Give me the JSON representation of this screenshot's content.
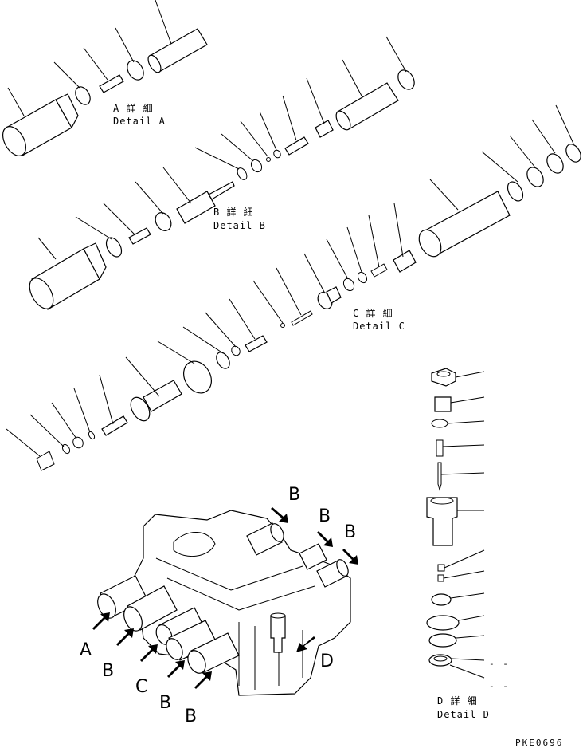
{
  "details": {
    "a": {
      "jp": "A 詳 細",
      "en": "Detail A"
    },
    "b": {
      "jp": "B 詳 細",
      "en": "Detail B"
    },
    "c": {
      "jp": "C 詳 細",
      "en": "Detail C"
    },
    "d": {
      "jp": "D 詳 細",
      "en": "Detail D"
    }
  },
  "callouts": {
    "a": "A",
    "b": "B",
    "c": "C",
    "d": "D"
  },
  "drawing_code": "PKE0696",
  "dash_marks": [
    "- -",
    "- -"
  ]
}
